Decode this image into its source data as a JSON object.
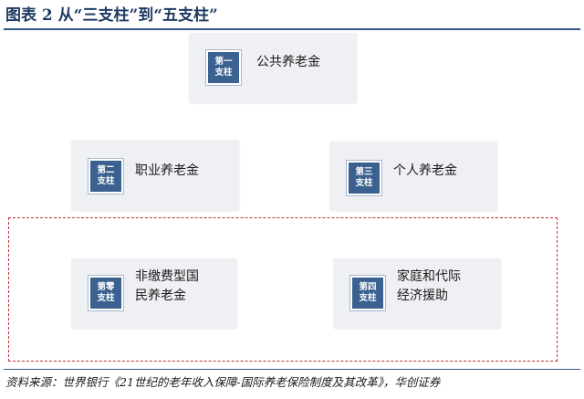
{
  "title": "图表 2  从“三支柱”到“五支柱”",
  "pillars": [
    {
      "badge_line1": "第一",
      "badge_line2": "支柱",
      "label": "公共养老金"
    },
    {
      "badge_line1": "第二",
      "badge_line2": "支柱",
      "label": "职业养老金"
    },
    {
      "badge_line1": "第三",
      "badge_line2": "支柱",
      "label": "个人养老金"
    },
    {
      "badge_line1": "第零",
      "badge_line2": "支柱",
      "label_line1": "非缴费型国",
      "label_line2": "民养老金"
    },
    {
      "badge_line1": "第四",
      "badge_line2": "支柱",
      "label_line1": "家庭和代际",
      "label_line2": "经济援助"
    }
  ],
  "source": "资料来源：世界银行《21世纪的老年收入保障-国际养老保险制度及其改革》，华创证券",
  "colors": {
    "badge": "#3a6190",
    "card": "#eef0f3",
    "dashed_border": "#c0303a",
    "title": "#1f3b63"
  }
}
